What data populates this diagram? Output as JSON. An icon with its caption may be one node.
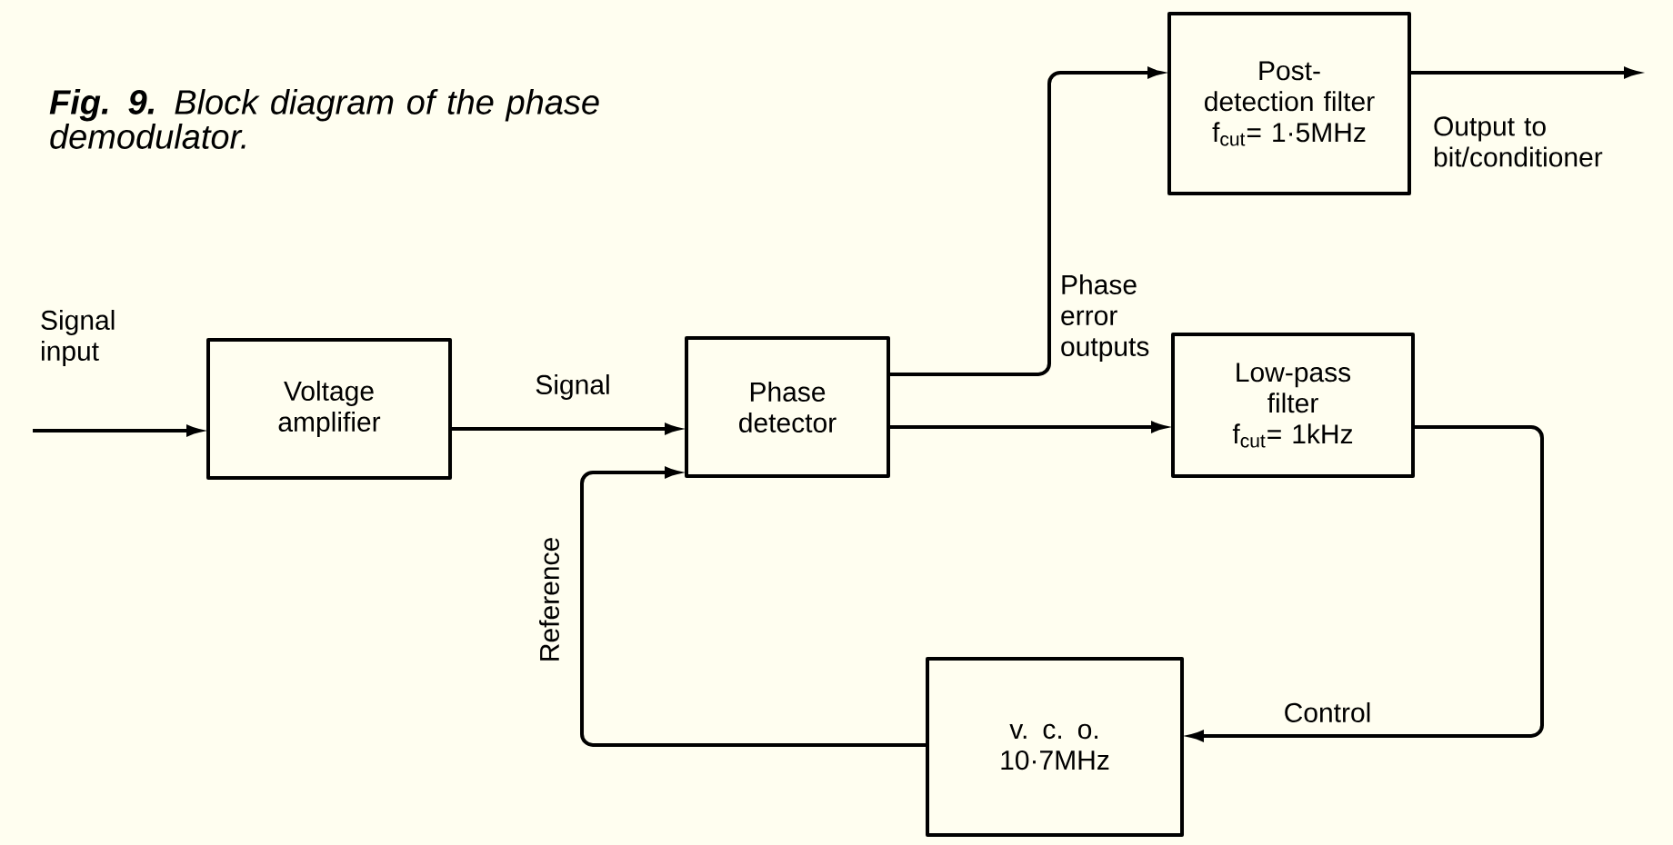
{
  "diagram": {
    "title": "**Fig. 9.** Block diagram of the phase demodulator.",
    "nodes": [
      {
        "text": [
          "Voltage amplifier"
        ]
      },
      {
        "text": [
          "Phase detector"
        ]
      },
      {
        "text": [
          "Post-detection filter",
          "f$_{cut}$= 1·5MHz"
        ]
      },
      {
        "text": [
          "Low-pass filter",
          "f$_{cut}$= 1kHz"
        ]
      },
      {
        "text": [
          "v. c. o.",
          "10·7MHz"
        ]
      }
    ],
    "edges": [
      {
        "from": null,
        "to": 0,
        "arrow": "to",
        "label": "Signal input"
      },
      {
        "from": 0,
        "to": 1,
        "arrow": "to",
        "label": "Signal"
      },
      {
        "from": 1,
        "to": 2,
        "arrow": "to"
      },
      {
        "from": 1,
        "to": 3,
        "arrow": "to"
      },
      {
        "from": 2,
        "to": null,
        "arrow": "to",
        "label": "Output to bit/conditioner"
      },
      {
        "from": 3,
        "to": 4,
        "arrow": "to",
        "label": "Control"
      },
      {
        "from": 4,
        "to": 1,
        "arrow": "to",
        "label": "Reference"
      }
    ],
    "labels": [
      "Phase error outputs"
    ]
  }
}
